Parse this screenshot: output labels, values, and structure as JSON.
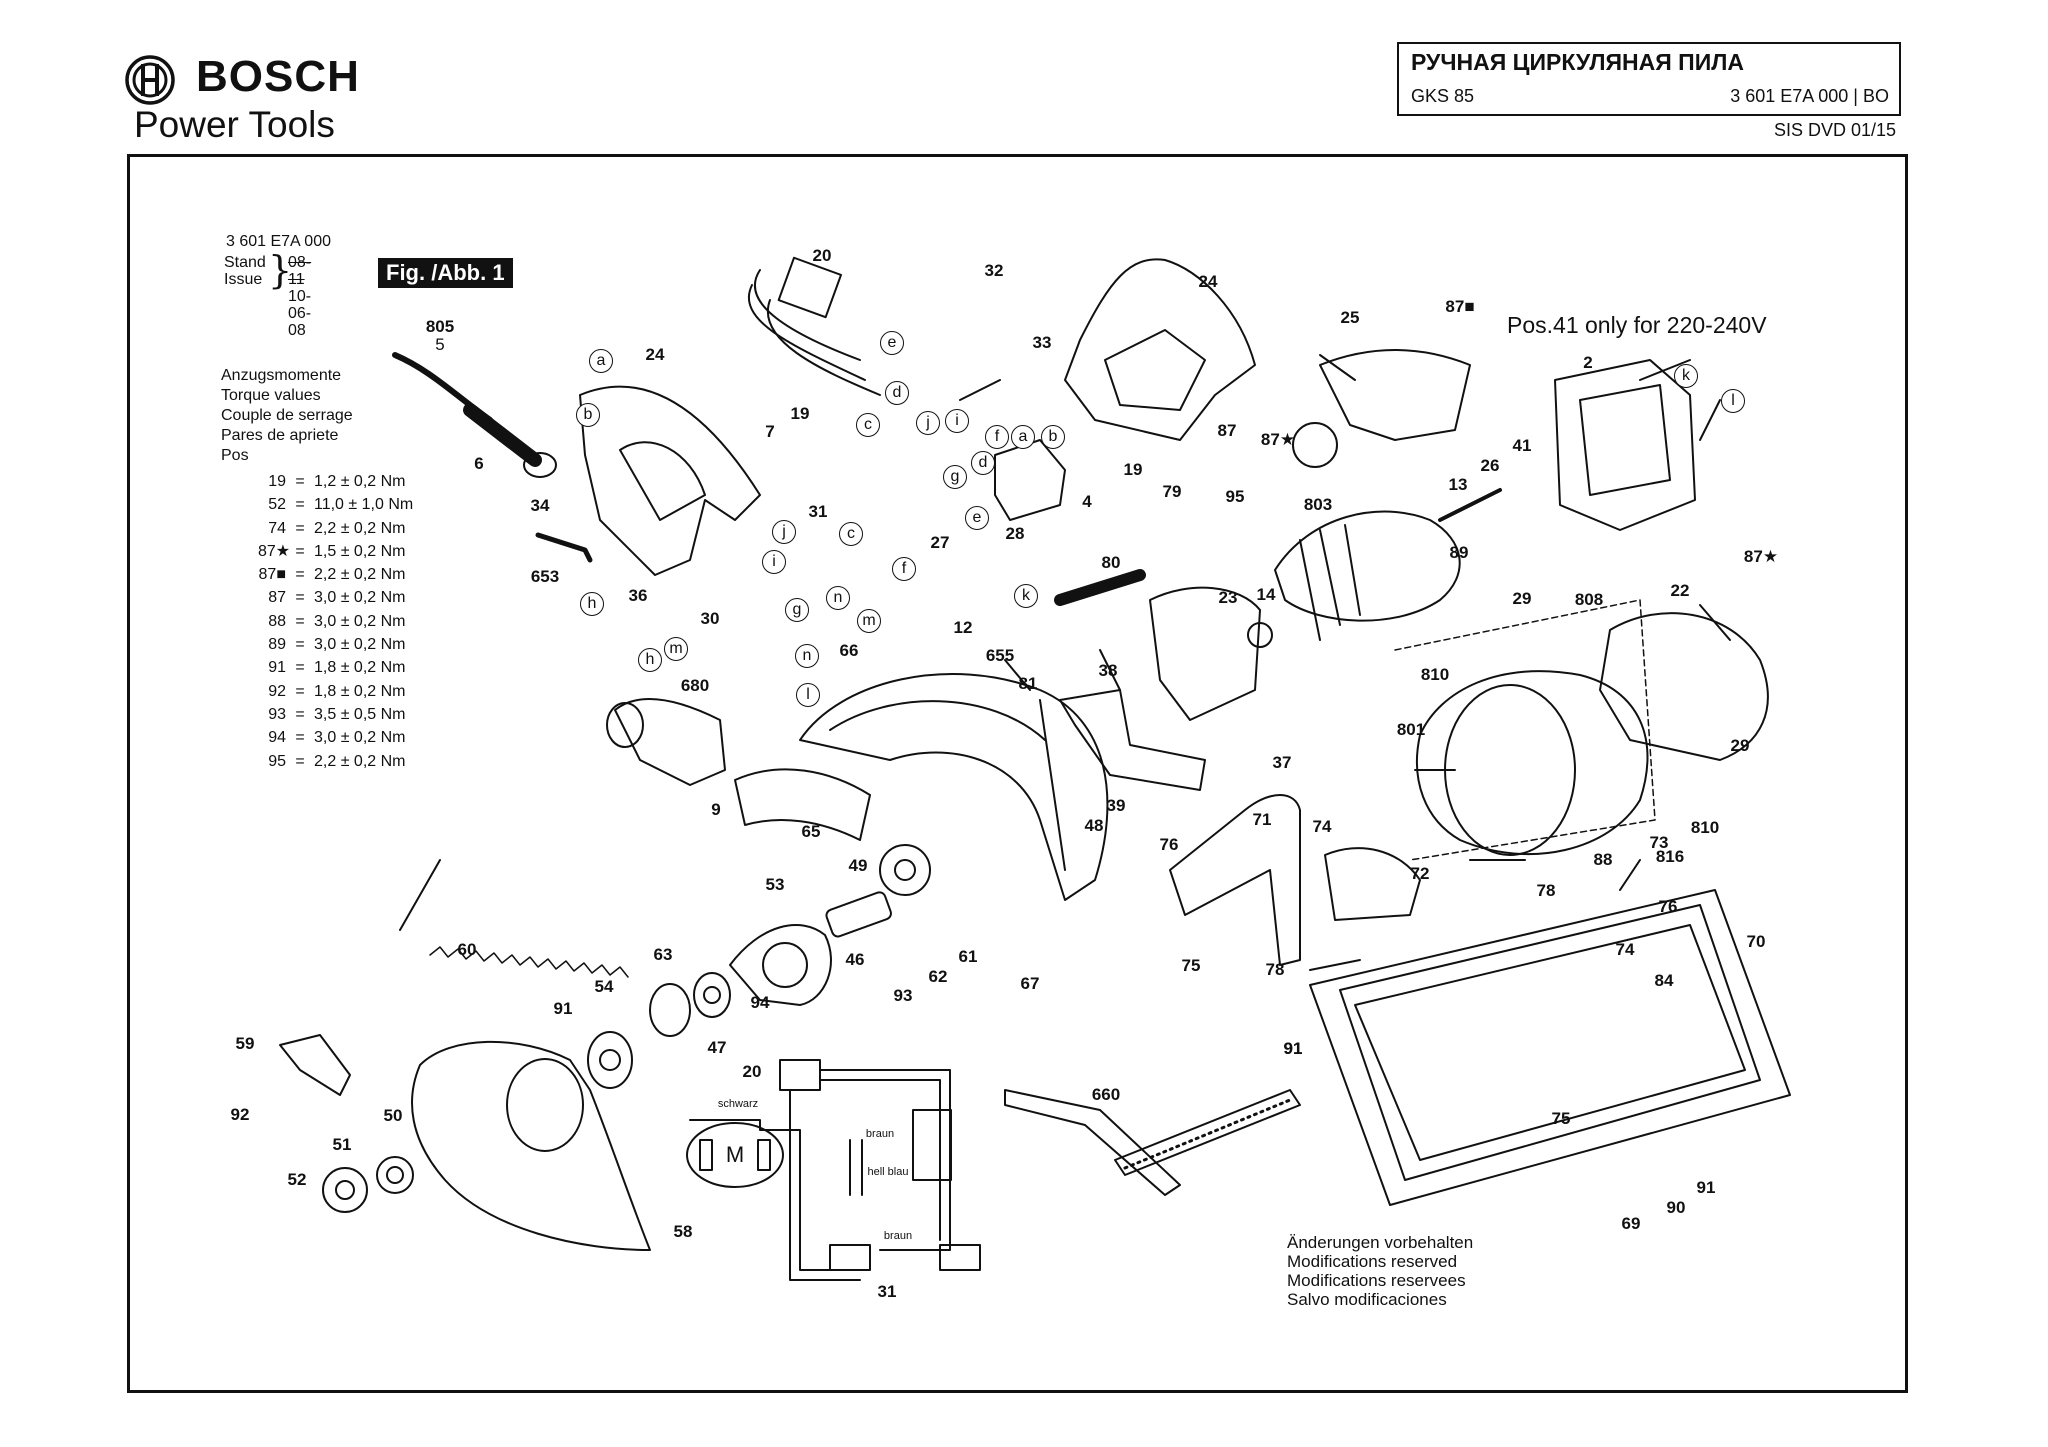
{
  "header": {
    "brand": "BOSCH",
    "subbrand": "Power Tools",
    "title": "РУЧНАЯ ЦИРКУЛЯНАЯ ПИЛА",
    "model": "GKS 85",
    "part_code": "3 601 E7A 000 | BO",
    "sis": "SIS DVD 01/15"
  },
  "meta": {
    "doc_number": "3 601 E7A 000",
    "stand_label": "Stand",
    "issue_label": "Issue",
    "stand_value": "08-11",
    "issue_value": "10-06-08",
    "figure": "Fig. /Abb. 1"
  },
  "torque": {
    "headings": [
      "Anzugsmomente",
      "Torque values",
      "Couple de serrage",
      "Pares de apriete",
      "Pos"
    ],
    "rows": [
      {
        "pos": "19",
        "eq": "=",
        "val": "1,2 ± 0,2 Nm"
      },
      {
        "pos": "52",
        "eq": "=",
        "val": "11,0 ± 1,0 Nm"
      },
      {
        "pos": "74",
        "eq": "=",
        "val": "2,2 ± 0,2 Nm"
      },
      {
        "pos": "87★",
        "eq": "=",
        "val": "1,5 ± 0,2 Nm"
      },
      {
        "pos": "87■",
        "eq": "=",
        "val": "2,2 ± 0,2 Nm"
      },
      {
        "pos": "87",
        "eq": "=",
        "val": "3,0 ± 0,2 Nm"
      },
      {
        "pos": "88",
        "eq": "=",
        "val": "3,0 ± 0,2 Nm"
      },
      {
        "pos": "89",
        "eq": "=",
        "val": "3,0 ± 0,2 Nm"
      },
      {
        "pos": "91",
        "eq": "=",
        "val": "1,8 ± 0,2 Nm"
      },
      {
        "pos": "92",
        "eq": "=",
        "val": "1,8 ± 0,2 Nm"
      },
      {
        "pos": "93",
        "eq": "=",
        "val": "3,5 ± 0,5 Nm"
      },
      {
        "pos": "94",
        "eq": "=",
        "val": "3,0 ± 0,2 Nm"
      },
      {
        "pos": "95",
        "eq": "=",
        "val": "2,2 ± 0,2 Nm"
      }
    ]
  },
  "note_pos41": "Pos.41 only for 220-240V",
  "modifications": [
    "Änderungen vorbehalten",
    "Modifications reserved",
    "Modifications reservees",
    "Salvo modificaciones"
  ],
  "wiring": {
    "motor": "M",
    "labels": [
      "schwarz",
      "braun",
      "hell blau",
      "braun"
    ]
  },
  "callouts": [
    "805",
    "5",
    "6",
    "34",
    "24",
    "653",
    "20",
    "19",
    "7",
    "31",
    "36",
    "30",
    "680",
    "66",
    "9",
    "65",
    "27",
    "28",
    "12",
    "655",
    "32",
    "33",
    "24",
    "87",
    "19",
    "4",
    "79",
    "95",
    "80",
    "81",
    "38",
    "39",
    "48",
    "23",
    "37",
    "49",
    "53",
    "46",
    "61",
    "62",
    "93",
    "67",
    "25",
    "87■",
    "87★",
    "803",
    "13",
    "26",
    "41",
    "89",
    "14",
    "2",
    "87★",
    "22",
    "29",
    "808",
    "810",
    "801",
    "29",
    "810",
    "816",
    "76",
    "71",
    "74",
    "72",
    "88",
    "73",
    "78",
    "76",
    "74",
    "84",
    "70",
    "75",
    "78",
    "91",
    "60",
    "54",
    "91",
    "63",
    "47",
    "94",
    "59",
    "92",
    "50",
    "51",
    "52",
    "58",
    "20",
    "31",
    "660",
    "91",
    "75",
    "90",
    "91",
    "69"
  ],
  "bubbles": [
    "a",
    "b",
    "e",
    "d",
    "c",
    "j",
    "i",
    "f",
    "a",
    "b",
    "d",
    "g",
    "e",
    "j",
    "i",
    "c",
    "n",
    "h",
    "m",
    "h",
    "g",
    "f",
    "m",
    "n",
    "l",
    "k",
    "k",
    "l"
  ]
}
